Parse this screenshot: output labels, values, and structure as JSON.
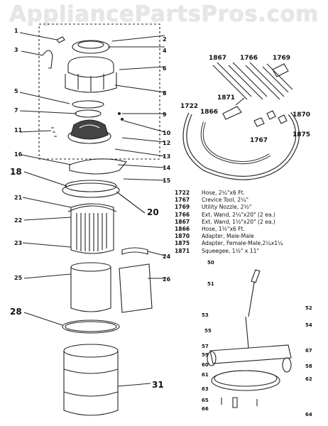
{
  "watermark": "AppliancePartsPros.com",
  "callouts_left": [
    "1",
    "2",
    "3",
    "4",
    "5",
    "6",
    "7",
    "8",
    "9",
    "10",
    "11",
    "12",
    "13",
    "14",
    "15",
    "16",
    "18",
    "20",
    "21",
    "22",
    "23",
    "24",
    "25",
    "26",
    "28",
    "31"
  ],
  "callouts_accessories": [
    "1867",
    "1766",
    "1769",
    "1722",
    "1871",
    "1866",
    "1870",
    "1875",
    "1767"
  ],
  "callouts_dolly": [
    "50",
    "51",
    "52",
    "53",
    "54",
    "55",
    "57",
    "58",
    "59",
    "60",
    "61",
    "62",
    "63",
    "64",
    "65",
    "66",
    "67"
  ],
  "legend": [
    {
      "code": "1722",
      "desc": "Hose, 2¼\"x6 Ft."
    },
    {
      "code": "1767",
      "desc": "Crevice Tool, 2¼\""
    },
    {
      "code": "1769",
      "desc": "Utility Nozzle, 2½\""
    },
    {
      "code": "1766",
      "desc": "Ext. Wand, 2¼\"x20\" (2 ea.)"
    },
    {
      "code": "1867",
      "desc": "Ext. Wand, 1½\"x20\" (2 ea.)"
    },
    {
      "code": "1866",
      "desc": "Hose, 1½\"x6 Ft."
    },
    {
      "code": "1870",
      "desc": "Adapter, Male-Male"
    },
    {
      "code": "1875",
      "desc": "Adapter, Female-Male,2¼x1¼"
    },
    {
      "code": "1871",
      "desc": "Squeegee, 1½\" x 11\""
    }
  ]
}
